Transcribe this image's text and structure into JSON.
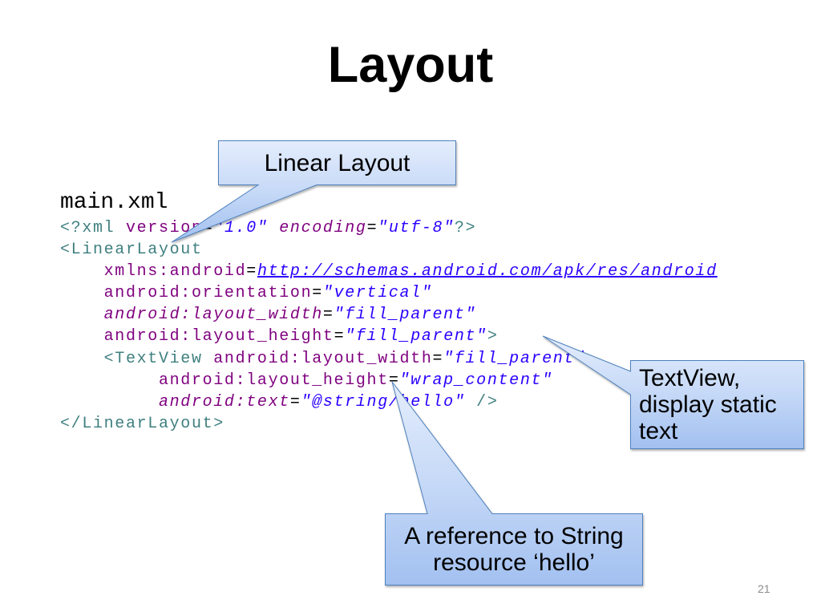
{
  "slide": {
    "title": "Layout",
    "page_number": "21"
  },
  "code": {
    "filename": "main.xml",
    "lines": [
      [
        "<?xml",
        " version",
        "=",
        "\"1.0\"",
        " encoding",
        "=",
        "\"utf-8\"",
        "?>"
      ],
      [
        "<LinearLayout"
      ],
      [
        "    xmlns:android",
        "=",
        "http://schemas.android.com/apk/res/android"
      ],
      [
        "    android:orientation",
        "=",
        "\"vertical\""
      ],
      [
        "    android:layout_width",
        "=",
        "\"fill_parent\""
      ],
      [
        "    android:layout_height",
        "=",
        "\"fill_parent\"",
        ">"
      ],
      [
        "    <TextView",
        " android:layout_width",
        "=",
        "\"fill_parent\""
      ],
      [
        "         android:layout_height",
        "=",
        "\"wrap_content\""
      ],
      [
        "         android:text",
        "=",
        "\"@string/hello\"",
        " />"
      ],
      [
        "</LinearLayout>"
      ]
    ]
  },
  "callouts": {
    "linear_layout": "Linear Layout",
    "textview": [
      "TextView,",
      "display static",
      "text"
    ],
    "string_reference": [
      "A reference to String",
      "resource ‘hello’"
    ]
  },
  "colors": {
    "xml_tag": "#3f7f7f",
    "xml_attribute": "#7f007f",
    "xml_value": "#2a00ff",
    "xml_punctuation": "#000000",
    "callout_border": "#4f81bd",
    "callout_fill_top": "#e4edfc",
    "callout_fill_mid": "#c6d9f7",
    "callout_fill_bottom": "#a2c0f0",
    "page_number": "#8c8c8c"
  }
}
